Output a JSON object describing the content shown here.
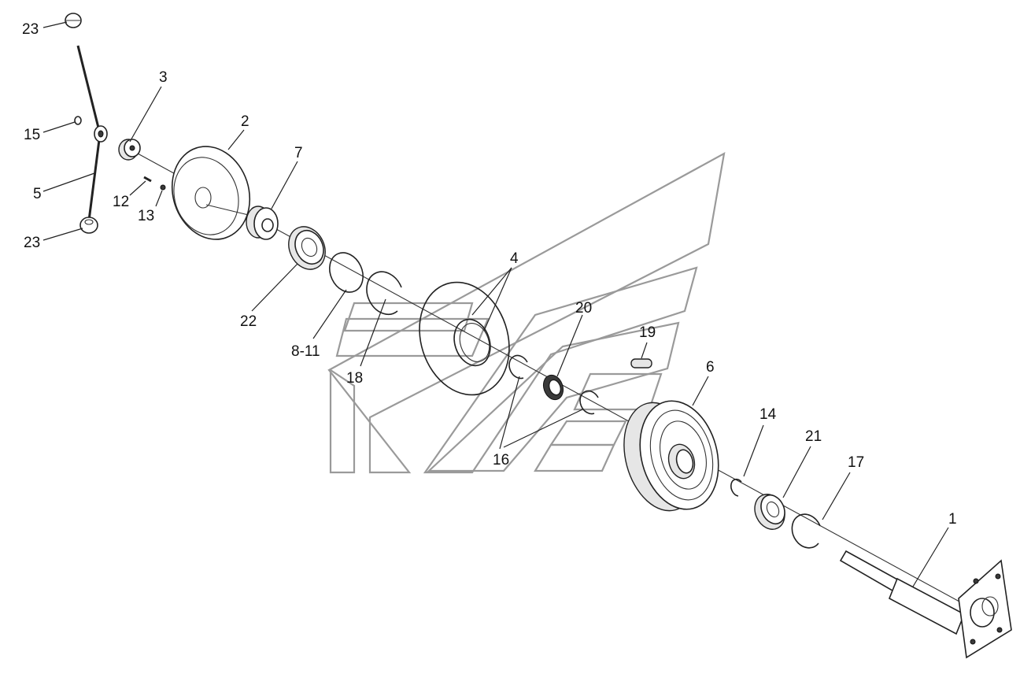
{
  "diagram": {
    "labels": {
      "p1": "1",
      "p2": "2",
      "p3": "3",
      "p4": "4",
      "p5": "5",
      "p6": "6",
      "p7": "7",
      "p8_11": "8-11",
      "p12": "12",
      "p13": "13",
      "p14": "14",
      "p15": "15",
      "p16": "16",
      "p17": "17",
      "p18": "18",
      "p19": "19",
      "p20": "20",
      "p21": "21",
      "p22": "22",
      "p23a": "23",
      "p23b": "23"
    }
  }
}
